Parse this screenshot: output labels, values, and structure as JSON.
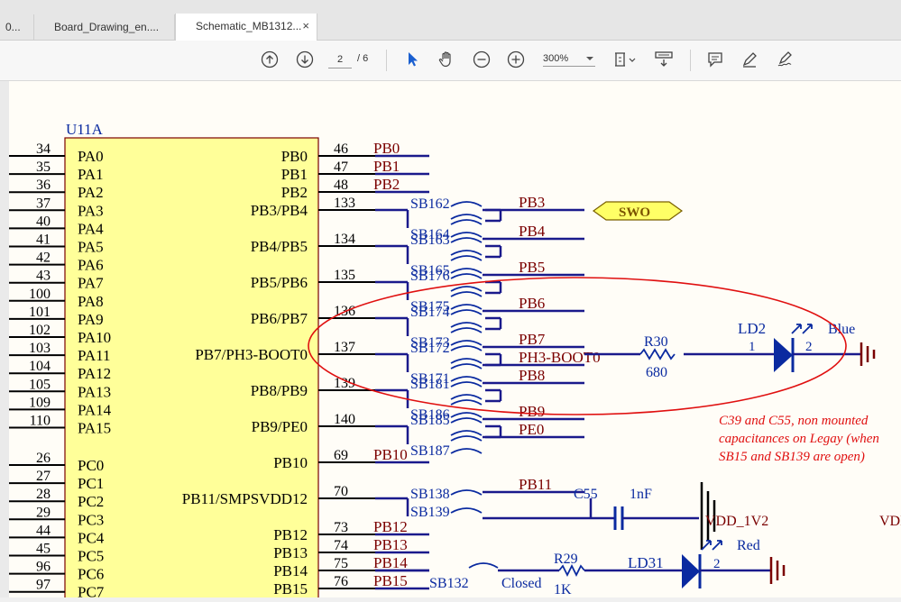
{
  "tabs": [
    {
      "label": "0..."
    },
    {
      "label": "Board_Drawing_en...."
    },
    {
      "label": "Schematic_MB1312...",
      "close": "×"
    }
  ],
  "toolbar": {
    "page_current": "2",
    "page_total": "/ 6",
    "zoom": "300%"
  },
  "schematic": {
    "ref": "U11A",
    "left_pins": [
      {
        "num": "34",
        "name": "PA0"
      },
      {
        "num": "35",
        "name": "PA1"
      },
      {
        "num": "36",
        "name": "PA2"
      },
      {
        "num": "37",
        "name": "PA3"
      },
      {
        "num": "40",
        "name": "PA4"
      },
      {
        "num": "41",
        "name": "PA5"
      },
      {
        "num": "42",
        "name": "PA6"
      },
      {
        "num": "43",
        "name": "PA7"
      },
      {
        "num": "100",
        "name": "PA8"
      },
      {
        "num": "101",
        "name": "PA9"
      },
      {
        "num": "102",
        "name": "PA10"
      },
      {
        "num": "103",
        "name": "PA11"
      },
      {
        "num": "104",
        "name": "PA12"
      },
      {
        "num": "105",
        "name": "PA13"
      },
      {
        "num": "109",
        "name": "PA14"
      },
      {
        "num": "110",
        "name": "PA15"
      },
      {
        "num": "26",
        "name": "PC0"
      },
      {
        "num": "27",
        "name": "PC1"
      },
      {
        "num": "28",
        "name": "PC2"
      },
      {
        "num": "29",
        "name": "PC3"
      },
      {
        "num": "44",
        "name": "PC4"
      },
      {
        "num": "45",
        "name": "PC5"
      },
      {
        "num": "96",
        "name": "PC6"
      },
      {
        "num": "97",
        "name": "PC7"
      }
    ],
    "right_pins": [
      {
        "num": "46",
        "name": "PB0",
        "net": "PB0"
      },
      {
        "num": "47",
        "name": "PB1",
        "net": "PB1"
      },
      {
        "num": "48",
        "name": "PB2",
        "net": "PB2"
      },
      {
        "num": "133",
        "name": "PB3/PB4"
      },
      {
        "num": "134",
        "name": "PB4/PB5"
      },
      {
        "num": "135",
        "name": "PB5/PB6"
      },
      {
        "num": "136",
        "name": "PB6/PB7"
      },
      {
        "num": "137",
        "name": "PB7/PH3-BOOT0"
      },
      {
        "num": "139",
        "name": "PB8/PB9"
      },
      {
        "num": "140",
        "name": "PB9/PE0"
      },
      {
        "num": "69",
        "name": "PB10",
        "net": "PB10"
      },
      {
        "num": "70",
        "name": "PB11/SMPSVDD12"
      },
      {
        "num": "73",
        "name": "PB12",
        "net": "PB12"
      },
      {
        "num": "74",
        "name": "PB13",
        "net": "PB13"
      },
      {
        "num": "75",
        "name": "PB14",
        "net": "PB14"
      },
      {
        "num": "76",
        "name": "PB15",
        "net": "PB15"
      }
    ],
    "solder_bridges": [
      "SB162",
      "SB164",
      "SB163",
      "SB165",
      "SB176",
      "SB175",
      "SB174",
      "SB173",
      "SB172",
      "SB171",
      "SB181",
      "SB186",
      "SB185",
      "SB187",
      "SB138",
      "SB139"
    ],
    "nets_right": [
      "PB3",
      "PB4",
      "PB5",
      "PB6",
      "PB7",
      "PH3-BOOT0",
      "PB8",
      "PB9",
      "PE0",
      "PB11"
    ],
    "swo": "SWO",
    "r30": {
      "ref": "R30",
      "value": "680"
    },
    "ld2": {
      "ref": "LD2",
      "pin1": "1",
      "pin2": "2",
      "color": "Blue"
    },
    "c55": {
      "ref": "C55",
      "value": "1nF"
    },
    "vdd": "VDD_1V2",
    "vdd_right": "VDD",
    "note": [
      "C39 and C55, non mounted",
      "capacitances on Legay (when",
      "SB15 and SB139 are open)"
    ],
    "sb132": {
      "ref": "SB132",
      "state": "Closed"
    },
    "r29": {
      "ref": "R29",
      "value": "1K"
    },
    "ld31": {
      "ref": "LD31",
      "pin2": "2",
      "color": "Red"
    },
    "colors": {
      "wire": "#1a1a8c",
      "net": "#7a0000",
      "highlight": "#e01010",
      "body": "#ffff99",
      "part": "#0a2aa0"
    }
  }
}
